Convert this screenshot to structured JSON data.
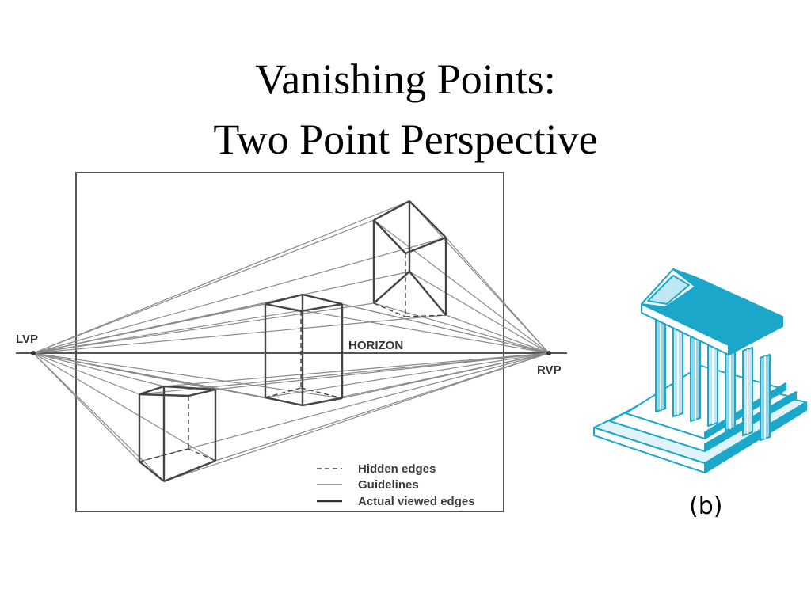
{
  "title": {
    "line1": "Vanishing Points:",
    "line2": "Two Point Perspective"
  },
  "diagram": {
    "lvp_label": "LVP",
    "rvp_label": "RVP",
    "horizon_label": "HORIZON",
    "legend": [
      {
        "style": "dashed",
        "label": "Hidden edges"
      },
      {
        "style": "thin",
        "label": "Guidelines"
      },
      {
        "style": "thick",
        "label": "Actual viewed edges"
      }
    ]
  },
  "temple": {
    "icon": "greek-temple-icon",
    "color": "#1aa7c9",
    "caption": "(b)"
  }
}
